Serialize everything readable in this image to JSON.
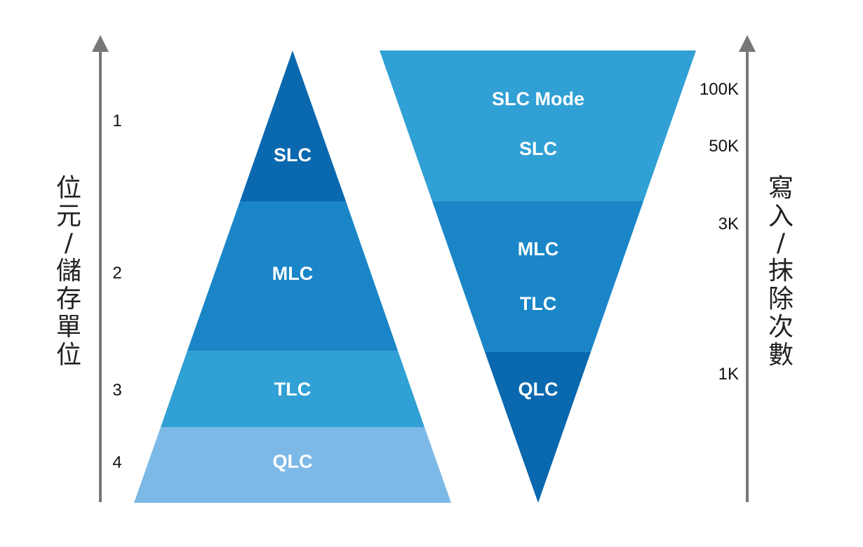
{
  "colors": {
    "level1": "#0a68ae",
    "level2": "#1a86c8",
    "level3": "#31a0d4",
    "level4": "#7cb9e6",
    "axis": "#777777"
  },
  "left_axis": {
    "title_chars": [
      "位",
      "元",
      "/",
      "儲",
      "存",
      "單",
      "位"
    ],
    "ticks": [
      "1",
      "2",
      "3",
      "4"
    ]
  },
  "right_axis": {
    "title_chars": [
      "寫",
      "入",
      "/",
      "抹",
      "除",
      "次",
      "數"
    ],
    "ticks": [
      "100K",
      "50K",
      "3K",
      "1K"
    ]
  },
  "pyramid": {
    "segments": [
      "SLC",
      "MLC",
      "TLC",
      "QLC"
    ]
  },
  "inverted_pyramid": {
    "segments": [
      {
        "labels": [
          "SLC Mode",
          "SLC"
        ]
      },
      {
        "labels": [
          "MLC",
          "TLC"
        ]
      },
      {
        "labels": [
          "QLC"
        ]
      }
    ]
  }
}
